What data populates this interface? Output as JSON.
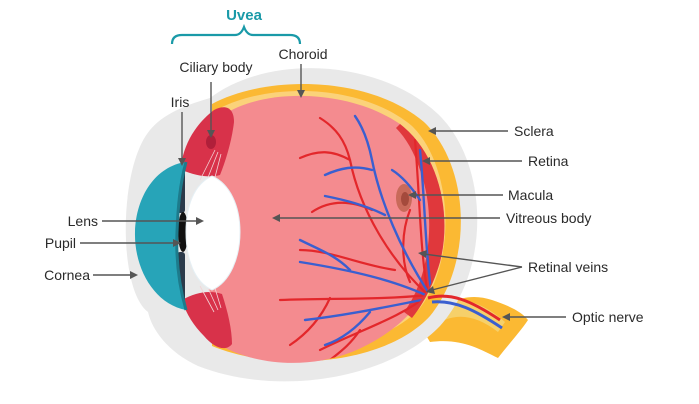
{
  "diagram": {
    "group_title": "Uvea",
    "labels": {
      "ciliary_body": "Ciliary body",
      "choroid": "Choroid",
      "iris": "Iris",
      "lens": "Lens",
      "pupil": "Pupil",
      "cornea": "Cornea",
      "sclera": "Sclera",
      "retina": "Retina",
      "macula": "Macula",
      "vitreous_body": "Vitreous body",
      "retinal_veins": "Retinal veins",
      "optic_nerve": "Optic nerve"
    }
  },
  "colors": {
    "accent": "#1a9aa8",
    "sclera": "#e8e8e8",
    "choroid": "#fbb933",
    "vitreous": "#f48b8f",
    "cornea": "#27a4b8",
    "lens": "#ffffff",
    "veins": "#3a5fd0",
    "arteries": "#e3272b"
  }
}
